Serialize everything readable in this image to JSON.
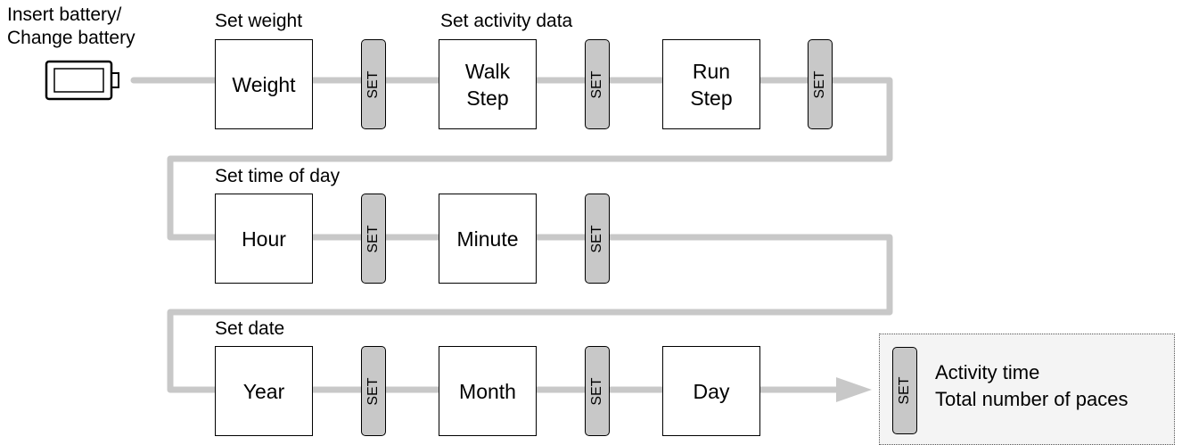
{
  "start": {
    "label_line1": "Insert battery/",
    "label_line2": "Change battery",
    "icon": "battery-icon"
  },
  "sections": {
    "weight": "Set weight",
    "activity": "Set activity data",
    "time": "Set time of day",
    "date": "Set date"
  },
  "boxes": {
    "weight": "Weight",
    "walk_line1": "Walk",
    "walk_line2": "Step",
    "run_line1": "Run",
    "run_line2": "Step",
    "hour": "Hour",
    "minute": "Minute",
    "year": "Year",
    "month": "Month",
    "day": "Day"
  },
  "set_button_label": "SET",
  "result": {
    "line1": "Activity time",
    "line2": "Total number of paces"
  },
  "colors": {
    "connector": "#c8c8c8",
    "set_button_fill": "#c8c8c8",
    "result_fill": "#f4f4f4"
  }
}
